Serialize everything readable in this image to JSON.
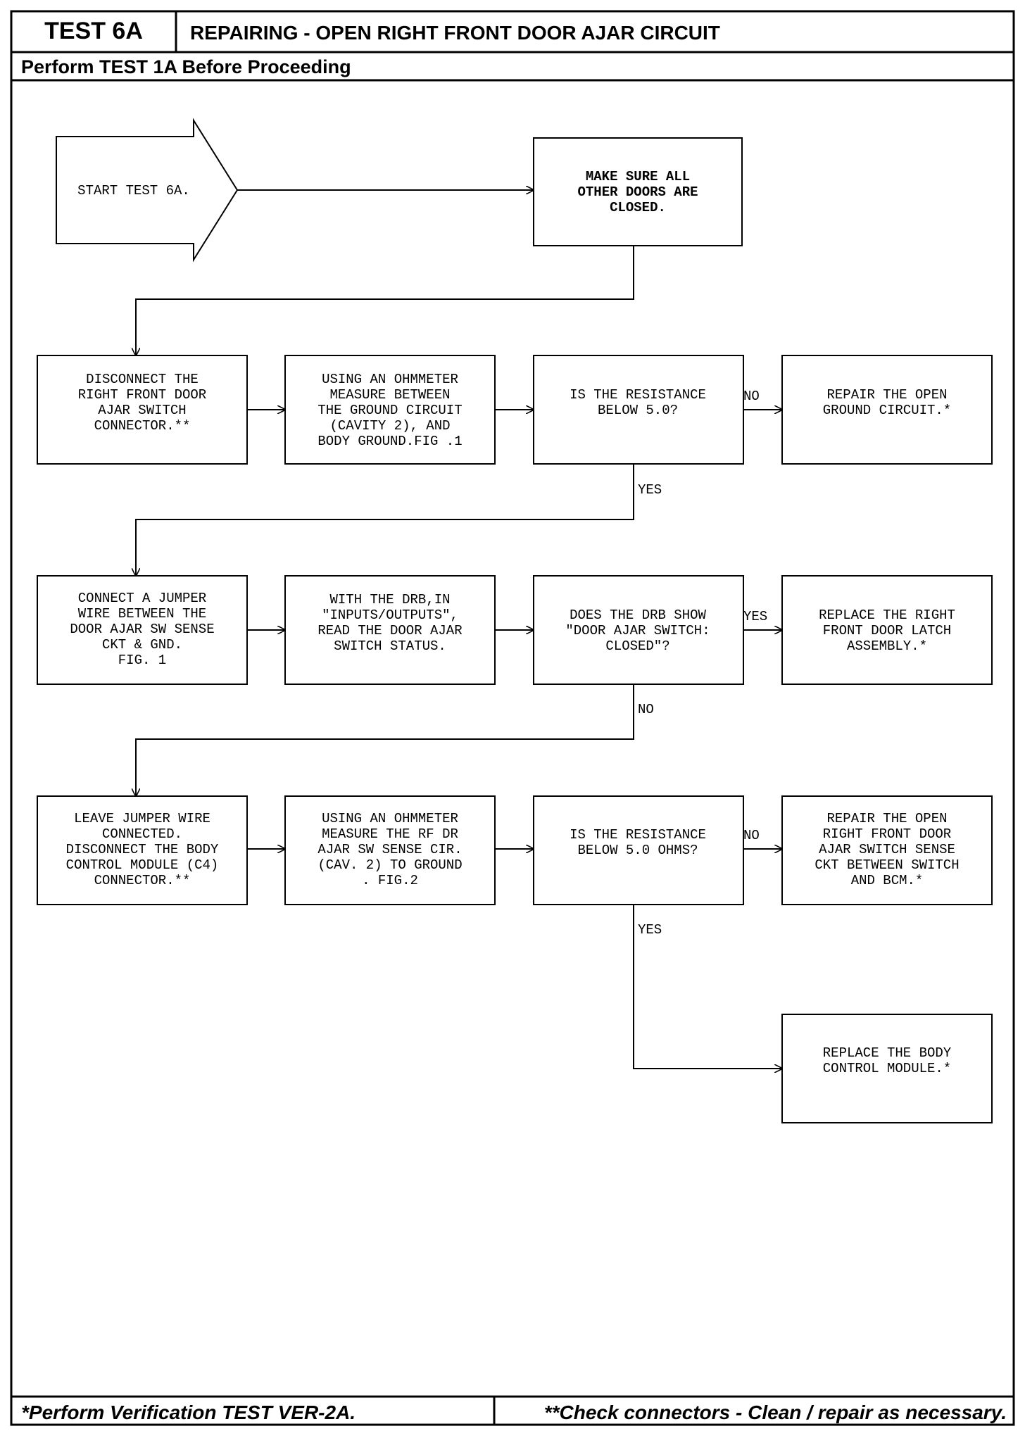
{
  "header": {
    "test_id": "TEST 6A",
    "title": "REPAIRING - OPEN RIGHT FRONT DOOR AJAR CIRCUIT",
    "prerequisite": "Perform TEST 1A Before Proceeding"
  },
  "nodes": {
    "start": [
      "START TEST 6A."
    ],
    "make_sure": [
      "MAKE SURE ALL",
      "OTHER DOORS ARE",
      "CLOSED."
    ],
    "disconnect_switch": [
      "DISCONNECT THE",
      "RIGHT FRONT DOOR",
      "AJAR SWITCH",
      "CONNECTOR.**"
    ],
    "measure_ground": [
      "USING AN OHMMETER",
      "MEASURE BETWEEN",
      "THE GROUND CIRCUIT",
      "(CAVITY 2), AND",
      "BODY GROUND.FIG .1"
    ],
    "q_resistance_1": [
      "IS THE RESISTANCE",
      "BELOW 5.0?"
    ],
    "repair_ground": [
      "REPAIR THE OPEN",
      "GROUND CIRCUIT.*"
    ],
    "connect_jumper": [
      "CONNECT A JUMPER",
      "WIRE BETWEEN THE",
      "DOOR AJAR SW SENSE",
      "CKT & GND.",
      "FIG. 1"
    ],
    "drb_read": [
      "WITH THE DRB,IN",
      "\"INPUTS/OUTPUTS\",",
      "READ THE DOOR AJAR",
      "SWITCH STATUS."
    ],
    "q_drb_show": [
      "DOES THE DRB SHOW",
      "\"DOOR AJAR SWITCH:",
      "CLOSED\"?"
    ],
    "replace_latch": [
      "REPLACE THE RIGHT",
      "FRONT DOOR LATCH",
      "ASSEMBLY.*"
    ],
    "leave_jumper": [
      "LEAVE JUMPER WIRE",
      "CONNECTED.",
      "DISCONNECT THE BODY",
      "CONTROL MODULE (C4)",
      "CONNECTOR.**"
    ],
    "measure_sense": [
      "USING AN OHMMETER",
      "MEASURE THE RF DR",
      "AJAR SW SENSE CIR.",
      "(CAV. 2) TO GROUND",
      ". FIG.2"
    ],
    "q_resistance_2": [
      "IS THE RESISTANCE",
      "BELOW 5.0 OHMS?"
    ],
    "repair_sense": [
      "REPAIR THE OPEN",
      "RIGHT FRONT DOOR",
      "AJAR SWITCH SENSE",
      "CKT BETWEEN SWITCH",
      "AND BCM.*"
    ],
    "replace_bcm": [
      "REPLACE THE BODY",
      "CONTROL MODULE.*"
    ]
  },
  "branch_labels": {
    "q1_no": "NO",
    "q1_yes": "YES",
    "q2_yes": "YES",
    "q2_no": "NO",
    "q3_no": "NO",
    "q3_yes": "YES"
  },
  "footer": {
    "left": "*Perform Verification TEST VER-2A.",
    "right": "**Check connectors - Clean / repair as necessary."
  }
}
